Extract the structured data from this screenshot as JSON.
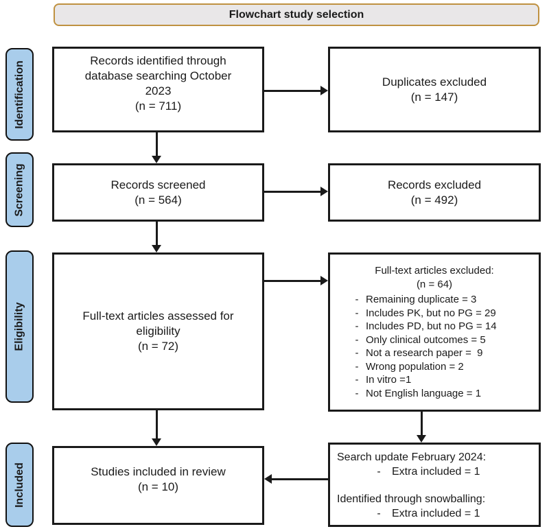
{
  "title": "Flowchart study selection",
  "bullet": "-",
  "colors": {
    "stage_fill": "#a9cdeb",
    "title_fill": "#e9e7e8",
    "title_border": "#bf9140",
    "box_border": "#1a1a1a",
    "text": "#1a1a1a"
  },
  "stages": {
    "identification": "Identification",
    "screening": "Screening",
    "eligibility": "Eligibility",
    "included": "Included"
  },
  "boxes": {
    "records_identified": {
      "text": "Records identified through\ndatabase searching October\n2023\n(n = 711)"
    },
    "duplicates_excluded": {
      "text": "Duplicates excluded\n(n = 147)"
    },
    "records_screened": {
      "text": "Records screened\n(n = 564)"
    },
    "records_excluded": {
      "text": "Records excluded\n(n = 492)"
    },
    "full_text_assessed": {
      "text": "Full-text articles assessed for\neligibility\n(n = 72)"
    },
    "full_text_excluded": {
      "heading": "Full-text articles excluded:\n(n = 64)",
      "items": [
        "Remaining duplicate = 3",
        "Includes PK, but no PG = 29",
        "Includes PD, but no PG = 14",
        "Only clinical outcomes = 5",
        "Not a research paper =  9",
        "Wrong population = 2",
        "In vitro =1",
        "Not English language = 1"
      ]
    },
    "studies_included": {
      "text": "Studies included in review\n(n = 10)"
    },
    "search_update": {
      "group1_heading": "Search update February 2024:",
      "group1_item": "Extra included = 1",
      "group2_heading": "Identified through snowballing:",
      "group2_item": "Extra included = 1"
    }
  }
}
